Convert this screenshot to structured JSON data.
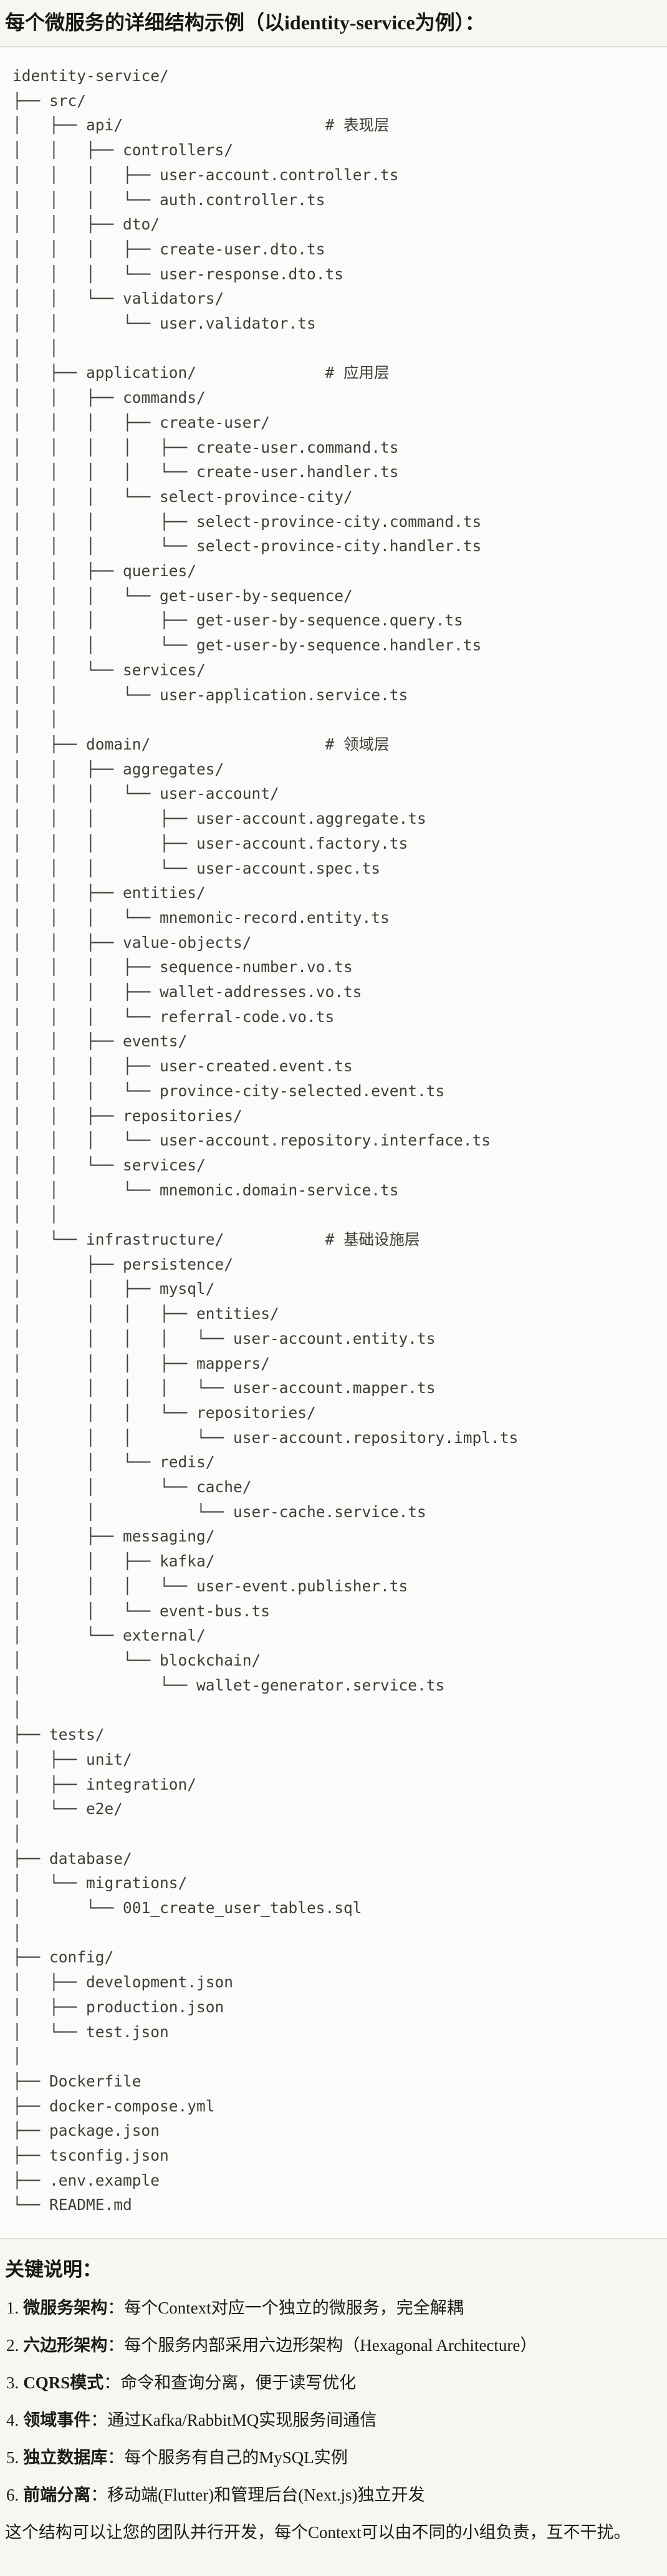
{
  "page": {
    "title": "每个微服务的详细结构示例（以identity-service为例）："
  },
  "tree": {
    "lines": [
      "identity-service/",
      "├── src/",
      "│   ├── api/                      # 表现层",
      "│   │   ├── controllers/",
      "│   │   │   ├── user-account.controller.ts",
      "│   │   │   └── auth.controller.ts",
      "│   │   ├── dto/",
      "│   │   │   ├── create-user.dto.ts",
      "│   │   │   └── user-response.dto.ts",
      "│   │   └── validators/",
      "│   │       └── user.validator.ts",
      "│   │",
      "│   ├── application/              # 应用层",
      "│   │   ├── commands/",
      "│   │   │   ├── create-user/",
      "│   │   │   │   ├── create-user.command.ts",
      "│   │   │   │   └── create-user.handler.ts",
      "│   │   │   └── select-province-city/",
      "│   │   │       ├── select-province-city.command.ts",
      "│   │   │       └── select-province-city.handler.ts",
      "│   │   ├── queries/",
      "│   │   │   └── get-user-by-sequence/",
      "│   │   │       ├── get-user-by-sequence.query.ts",
      "│   │   │       └── get-user-by-sequence.handler.ts",
      "│   │   └── services/",
      "│   │       └── user-application.service.ts",
      "│   │",
      "│   ├── domain/                   # 领域层",
      "│   │   ├── aggregates/",
      "│   │   │   └── user-account/",
      "│   │   │       ├── user-account.aggregate.ts",
      "│   │   │       ├── user-account.factory.ts",
      "│   │   │       └── user-account.spec.ts",
      "│   │   ├── entities/",
      "│   │   │   └── mnemonic-record.entity.ts",
      "│   │   ├── value-objects/",
      "│   │   │   ├── sequence-number.vo.ts",
      "│   │   │   ├── wallet-addresses.vo.ts",
      "│   │   │   └── referral-code.vo.ts",
      "│   │   ├── events/",
      "│   │   │   ├── user-created.event.ts",
      "│   │   │   └── province-city-selected.event.ts",
      "│   │   ├── repositories/",
      "│   │   │   └── user-account.repository.interface.ts",
      "│   │   └── services/",
      "│   │       └── mnemonic.domain-service.ts",
      "│   │",
      "│   └── infrastructure/           # 基础设施层",
      "│       ├── persistence/",
      "│       │   ├── mysql/",
      "│       │   │   ├── entities/",
      "│       │   │   │   └── user-account.entity.ts",
      "│       │   │   ├── mappers/",
      "│       │   │   │   └── user-account.mapper.ts",
      "│       │   │   └── repositories/",
      "│       │   │       └── user-account.repository.impl.ts",
      "│       │   └── redis/",
      "│       │       └── cache/",
      "│       │           └── user-cache.service.ts",
      "│       ├── messaging/",
      "│       │   ├── kafka/",
      "│       │   │   └── user-event.publisher.ts",
      "│       │   └── event-bus.ts",
      "│       └── external/",
      "│           └── blockchain/",
      "│               └── wallet-generator.service.ts",
      "│",
      "├── tests/",
      "│   ├── unit/",
      "│   ├── integration/",
      "│   └── e2e/",
      "│",
      "├── database/",
      "│   └── migrations/",
      "│       └── 001_create_user_tables.sql",
      "│",
      "├── config/",
      "│   ├── development.json",
      "│   ├── production.json",
      "│   └── test.json",
      "│",
      "├── Dockerfile",
      "├── docker-compose.yml",
      "├── package.json",
      "├── tsconfig.json",
      "├── .env.example",
      "└── README.md"
    ]
  },
  "notes": {
    "heading": "关键说明：",
    "items": [
      {
        "num": "1.",
        "label": "微服务架构",
        "colon": "：",
        "text": "每个Context对应一个独立的微服务，完全解耦"
      },
      {
        "num": "2.",
        "label": "六边形架构",
        "colon": "：",
        "text": "每个服务内部采用六边形架构（Hexagonal Architecture）"
      },
      {
        "num": "3.",
        "label": "CQRS模式",
        "colon": "：",
        "text": "命令和查询分离，便于读写优化"
      },
      {
        "num": "4.",
        "label": "领域事件",
        "colon": "：",
        "text": "通过Kafka/RabbitMQ实现服务间通信"
      },
      {
        "num": "5.",
        "label": "独立数据库",
        "colon": "：",
        "text": "每个服务有自己的MySQL实例"
      },
      {
        "num": "6.",
        "label": "前端分离",
        "colon": "：",
        "text": "移动端(Flutter)和管理后台(Next.js)独立开发"
      }
    ],
    "footer": "这个结构可以让您的团队并行开发，每个Context可以由不同的小组负责，互不干扰。"
  },
  "colors": {
    "page_bg": "#F8F6F1",
    "code_bg": "#FCFBF9",
    "code_border": "#E3E0D8",
    "code_text": "#3E3D38",
    "body_text": "#1B1A16"
  }
}
